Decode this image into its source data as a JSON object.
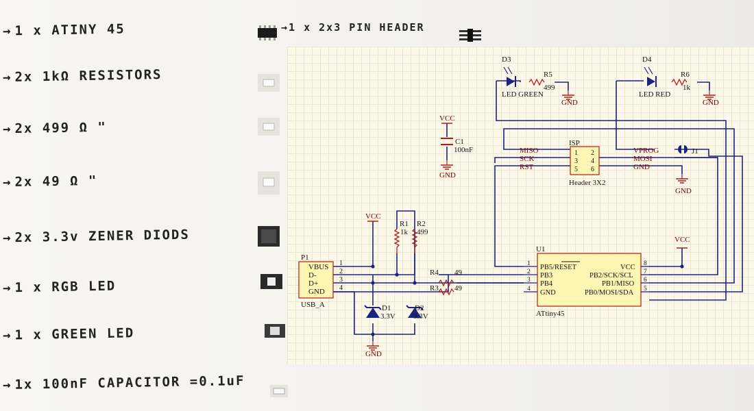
{
  "notes": [
    {
      "arrow": "→",
      "text": "1 x ATINY 45"
    },
    {
      "arrow": "→",
      "text": "2x 1kΩ RESISTORS"
    },
    {
      "arrow": "→",
      "text": "2x 499 Ω    \""
    },
    {
      "arrow": "→",
      "text": "2x 49 Ω   \""
    },
    {
      "arrow": "→",
      "text": "2x 3.3v ZENER DIODS"
    },
    {
      "arrow": "→",
      "text": "1 x RGB LED"
    },
    {
      "arrow": "→",
      "text": "1 x GREEN LED"
    },
    {
      "arrow": "→",
      "text": "1x 100nF CAPACITOR   =0.1uF"
    }
  ],
  "header_note": "→1 x 2x3 PIN HEADER",
  "schematic": {
    "components": {
      "d3": {
        "ref": "D3",
        "value": "LED GREEN"
      },
      "r5": {
        "ref": "R5",
        "value": "499"
      },
      "d4": {
        "ref": "D4",
        "value": "LED RED"
      },
      "r6": {
        "ref": "R6",
        "value": "1k"
      },
      "c1": {
        "ref": "C1",
        "value": "100nF"
      },
      "isp": {
        "ref": "ISP",
        "value": "Header 3X2"
      },
      "j1": {
        "ref": "J1"
      },
      "r1": {
        "ref": "R1",
        "value": "1k"
      },
      "r2": {
        "ref": "R2",
        "value": "499"
      },
      "r4": {
        "ref": "R4",
        "value": "49"
      },
      "r3": {
        "ref": "R3",
        "value": "49"
      },
      "d1": {
        "ref": "D1",
        "value": "3.3V"
      },
      "d2": {
        "ref": "D2",
        "value": "3.3V"
      },
      "p1": {
        "ref": "P1",
        "value": "USB_A"
      },
      "u1": {
        "ref": "U1",
        "value": "ATtiny45"
      }
    },
    "power": {
      "vcc": "VCC",
      "gnd": "GND"
    },
    "isp_left": [
      "MISO",
      "SCK",
      "RST"
    ],
    "isp_right": [
      "VPROG",
      "MOSI",
      "GND"
    ],
    "isp_pins": [
      "1",
      "2",
      "3",
      "4",
      "5",
      "6"
    ],
    "p1_pins": [
      "VBUS",
      "D-",
      "D+",
      "GND"
    ],
    "p1_nums": [
      "1",
      "2",
      "3",
      "4"
    ],
    "u1_left": [
      "PB5/RESET",
      "PB3",
      "PB4",
      "GND"
    ],
    "u1_right": [
      "VCC",
      "PB2/SCK/SCL",
      "PB1/MISO",
      "PB0/MOSI/SDA"
    ],
    "u1_left_nums": [
      "1",
      "2",
      "3",
      "4"
    ],
    "u1_right_nums": [
      "8",
      "7",
      "6",
      "5"
    ]
  },
  "colors": {
    "wire": "#1a237e",
    "component": "#b11d1d",
    "ref": "#141414",
    "netlabel": "#7a0000",
    "grid": "#ece6cf"
  }
}
